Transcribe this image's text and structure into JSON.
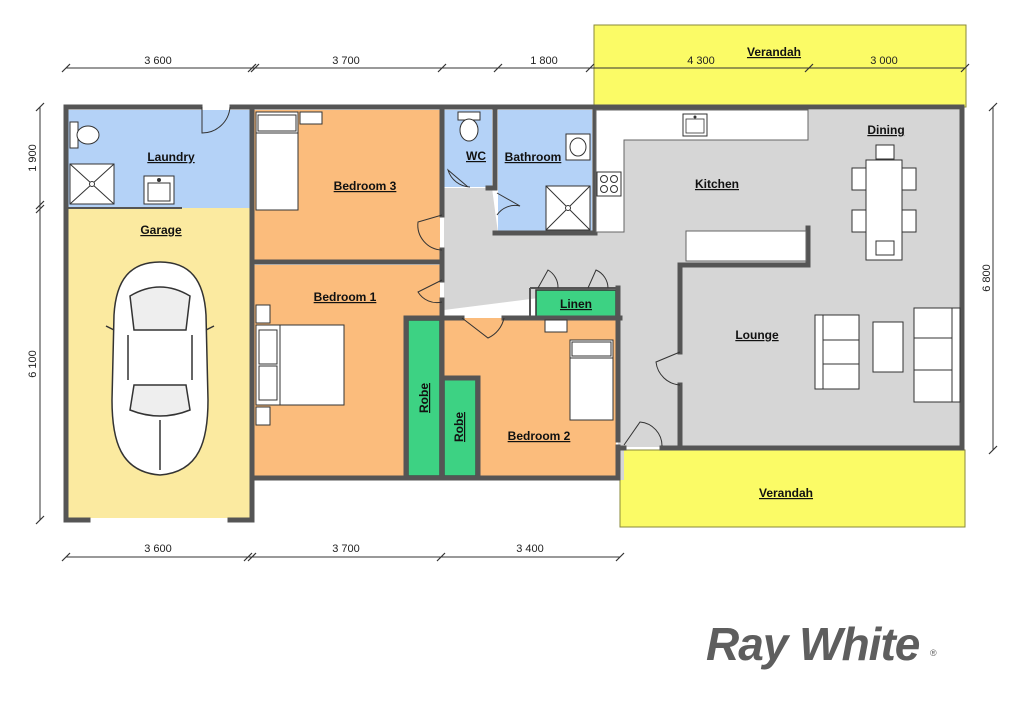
{
  "rooms": {
    "laundry": "Laundry",
    "garage": "Garage",
    "bedroom3": "Bedroom 3",
    "wc": "WC",
    "bathroom": "Bathroom",
    "kitchen": "Kitchen",
    "dining": "Dining",
    "bedroom1": "Bedroom 1",
    "linen": "Linen",
    "lounge": "Lounge",
    "robe1": "Robe",
    "robe2": "Robe",
    "bedroom2": "Bedroom 2",
    "verandah_top": "Verandah",
    "verandah_bottom": "Verandah"
  },
  "dimensions": {
    "top": [
      "3 600",
      "3 700",
      "1 800",
      "4 300",
      "3 000"
    ],
    "bottom": [
      "3 600",
      "3 700",
      "3 400"
    ],
    "left": [
      "1 900",
      "6 100"
    ],
    "right": [
      "6 800"
    ]
  },
  "branding": {
    "logo": "Ray White",
    "registered": "®"
  },
  "colors": {
    "wet_area": "#b4d2f7",
    "garage": "#fbeaa0",
    "bedroom": "#fbbc7c",
    "living": "#d6d6d6",
    "robe": "#3dd283",
    "verandah": "#fbfb66",
    "wall": "#555555"
  }
}
